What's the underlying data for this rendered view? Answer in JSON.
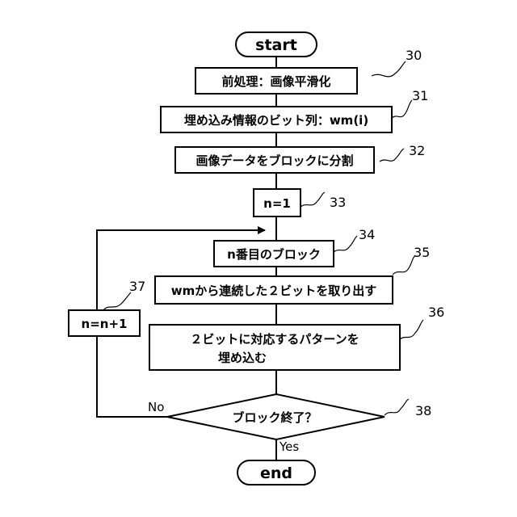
{
  "flowchart": {
    "start_label": "start",
    "end_label": "end",
    "steps": {
      "s30": "前処理：画像平滑化",
      "s31": "埋め込み情報のビット列：wm(i)",
      "s32": "画像データをブロックに分割",
      "s33": "n=1",
      "s34": "n番目のブロック",
      "s35": "wmから連続した２ビットを取り出す",
      "s36_line1": "２ビットに対応するパターンを",
      "s36_line2": "埋め込む",
      "s37": "n=n+1",
      "s38": "ブロック終了？"
    },
    "edges": {
      "no_label": "No",
      "yes_label": "Yes"
    },
    "refs": {
      "r30": "30",
      "r31": "31",
      "r32": "32",
      "r33": "33",
      "r34": "34",
      "r35": "35",
      "r36": "36",
      "r37": "37",
      "r38": "38"
    }
  }
}
